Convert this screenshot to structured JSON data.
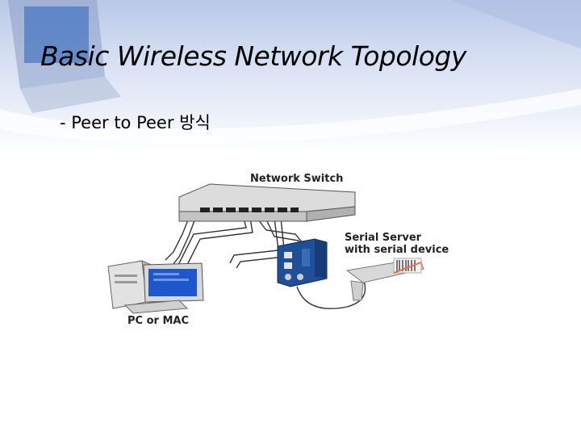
{
  "slide": {
    "title": "Basic Wireless Network Topology",
    "subtitle": "- Peer to Peer 방식"
  },
  "diagram": {
    "switch_label": "Network Switch",
    "server_label_line1": "Serial Server",
    "server_label_line2": "with serial device",
    "pc_label": "PC or MAC"
  },
  "icons": [
    "laptop-icon",
    "network-switch-icon",
    "serial-server-icon",
    "barcode-scanner-icon",
    "desktop-pc-icon"
  ],
  "colors": {
    "header_band": "#c6d3ee",
    "accent": "#2c5ca6"
  }
}
